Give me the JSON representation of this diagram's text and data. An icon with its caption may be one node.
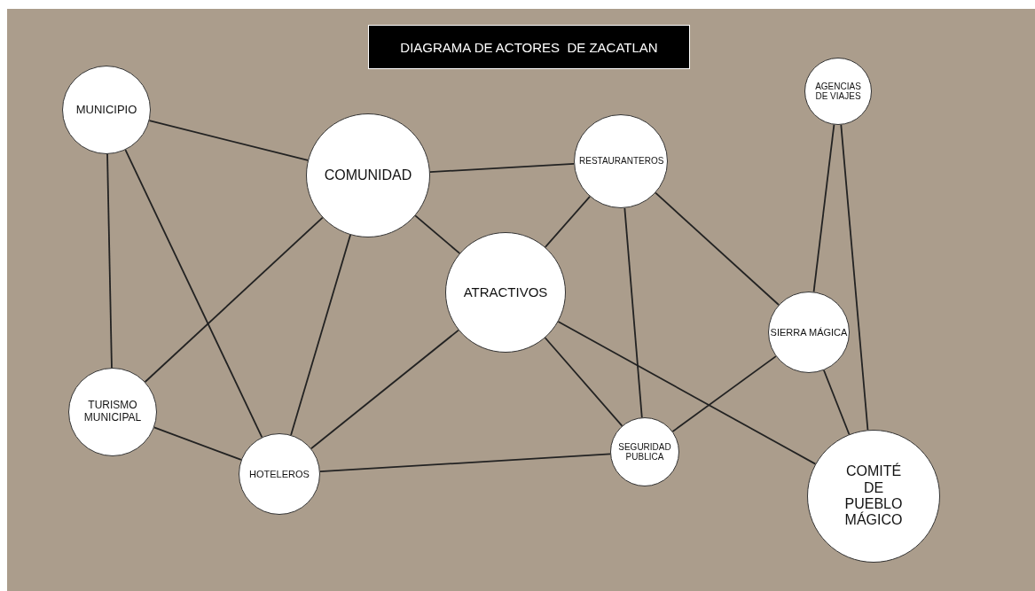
{
  "diagram": {
    "title": "DIAGRAMA DE ACTORES  DE ZACATLAN",
    "nodes": [
      {
        "text": [
          "MUNICIPIO"
        ]
      },
      {
        "text": [
          "COMUNIDAD"
        ]
      },
      {
        "text": [
          "RESTAURANTEROS"
        ]
      },
      {
        "text": [
          "AGENCIAS DE VIAJES"
        ]
      },
      {
        "text": [
          "ATRACTIVOS"
        ]
      },
      {
        "text": [
          "SIERRA MÁGICA"
        ]
      },
      {
        "text": [
          "TURISMO MUNICIPAL"
        ]
      },
      {
        "text": [
          "HOTELEROS"
        ]
      },
      {
        "text": [
          "SEGURIDAD PUBLICA"
        ]
      },
      {
        "text": [
          "COMITÉ DE PUEBLO MÁGICO"
        ]
      }
    ],
    "edges": [
      {
        "from": 0,
        "to": 1,
        "arrow": "none"
      },
      {
        "from": 0,
        "to": 6,
        "arrow": "none"
      },
      {
        "from": 0,
        "to": 7,
        "arrow": "none"
      },
      {
        "from": 1,
        "to": 2,
        "arrow": "none"
      },
      {
        "from": 1,
        "to": 6,
        "arrow": "none"
      },
      {
        "from": 1,
        "to": 7,
        "arrow": "none"
      },
      {
        "from": 1,
        "to": 4,
        "arrow": "none"
      },
      {
        "from": 2,
        "to": 4,
        "arrow": "none"
      },
      {
        "from": 2,
        "to": 8,
        "arrow": "none"
      },
      {
        "from": 2,
        "to": 5,
        "arrow": "none"
      },
      {
        "from": 3,
        "to": 5,
        "arrow": "none"
      },
      {
        "from": 3,
        "to": 9,
        "arrow": "none"
      },
      {
        "from": 4,
        "to": 7,
        "arrow": "none"
      },
      {
        "from": 4,
        "to": 8,
        "arrow": "none"
      },
      {
        "from": 4,
        "to": 9,
        "arrow": "none"
      },
      {
        "from": 5,
        "to": 8,
        "arrow": "none"
      },
      {
        "from": 5,
        "to": 9,
        "arrow": "none"
      },
      {
        "from": 6,
        "to": 7,
        "arrow": "none"
      },
      {
        "from": 7,
        "to": 8,
        "arrow": "none"
      }
    ]
  }
}
